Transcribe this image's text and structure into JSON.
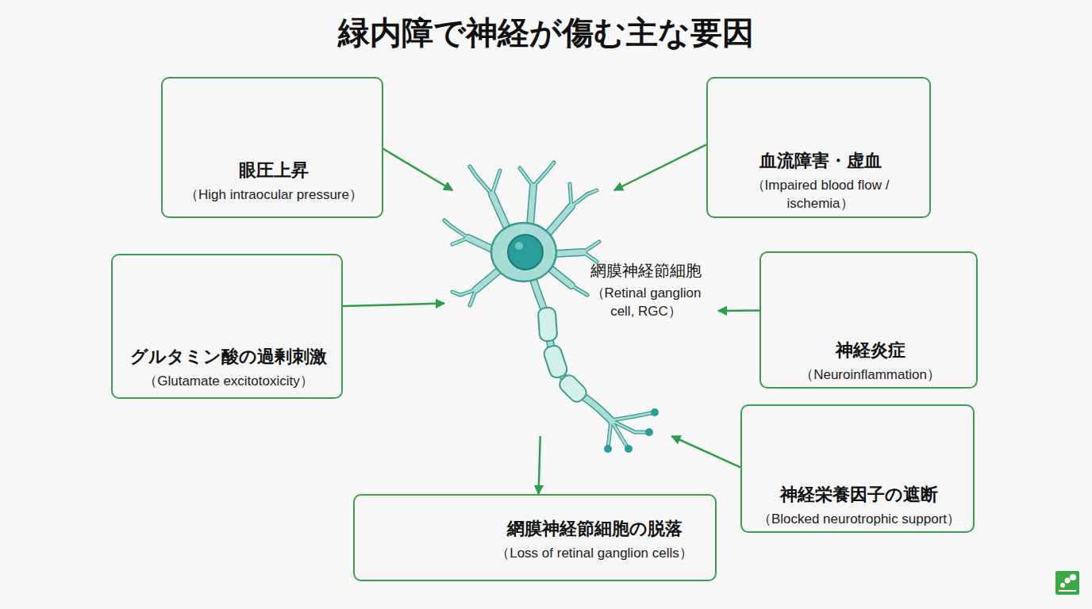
{
  "diagram": {
    "title": "緑内障で神経が傷む主な要因",
    "nodes": [
      {
        "text": [
          "眼圧上昇",
          "（High intraocular pressure）"
        ]
      },
      {
        "text": [
          "血流障害・虚血",
          "（Impaired blood flow / ischemia）"
        ]
      },
      {
        "text": [
          "グルタミン酸の過剰刺激",
          "（Glutamate excitotoxicity）"
        ]
      },
      {
        "text": [
          "網膜神経節細胞",
          "（Retinal ganglion cell, RGC）"
        ]
      },
      {
        "text": [
          "神経炎症",
          "（Neuroinflammation）"
        ]
      },
      {
        "text": [
          "神経栄養因子の遮断",
          "（Blocked neurotrophic support）"
        ]
      },
      {
        "text": [
          "網膜神経節細胞の脱落",
          "（Loss of retinal ganglion cells）"
        ]
      }
    ],
    "edges": [
      {
        "from": 0,
        "to": 3,
        "arrow": "to"
      },
      {
        "from": 1,
        "to": 3,
        "arrow": "to"
      },
      {
        "from": 2,
        "to": 3,
        "arrow": "to"
      },
      {
        "from": 4,
        "to": 3,
        "arrow": "to"
      },
      {
        "from": 5,
        "to": 3,
        "arrow": "to"
      },
      {
        "from": 3,
        "to": 6,
        "arrow": "to"
      }
    ]
  }
}
